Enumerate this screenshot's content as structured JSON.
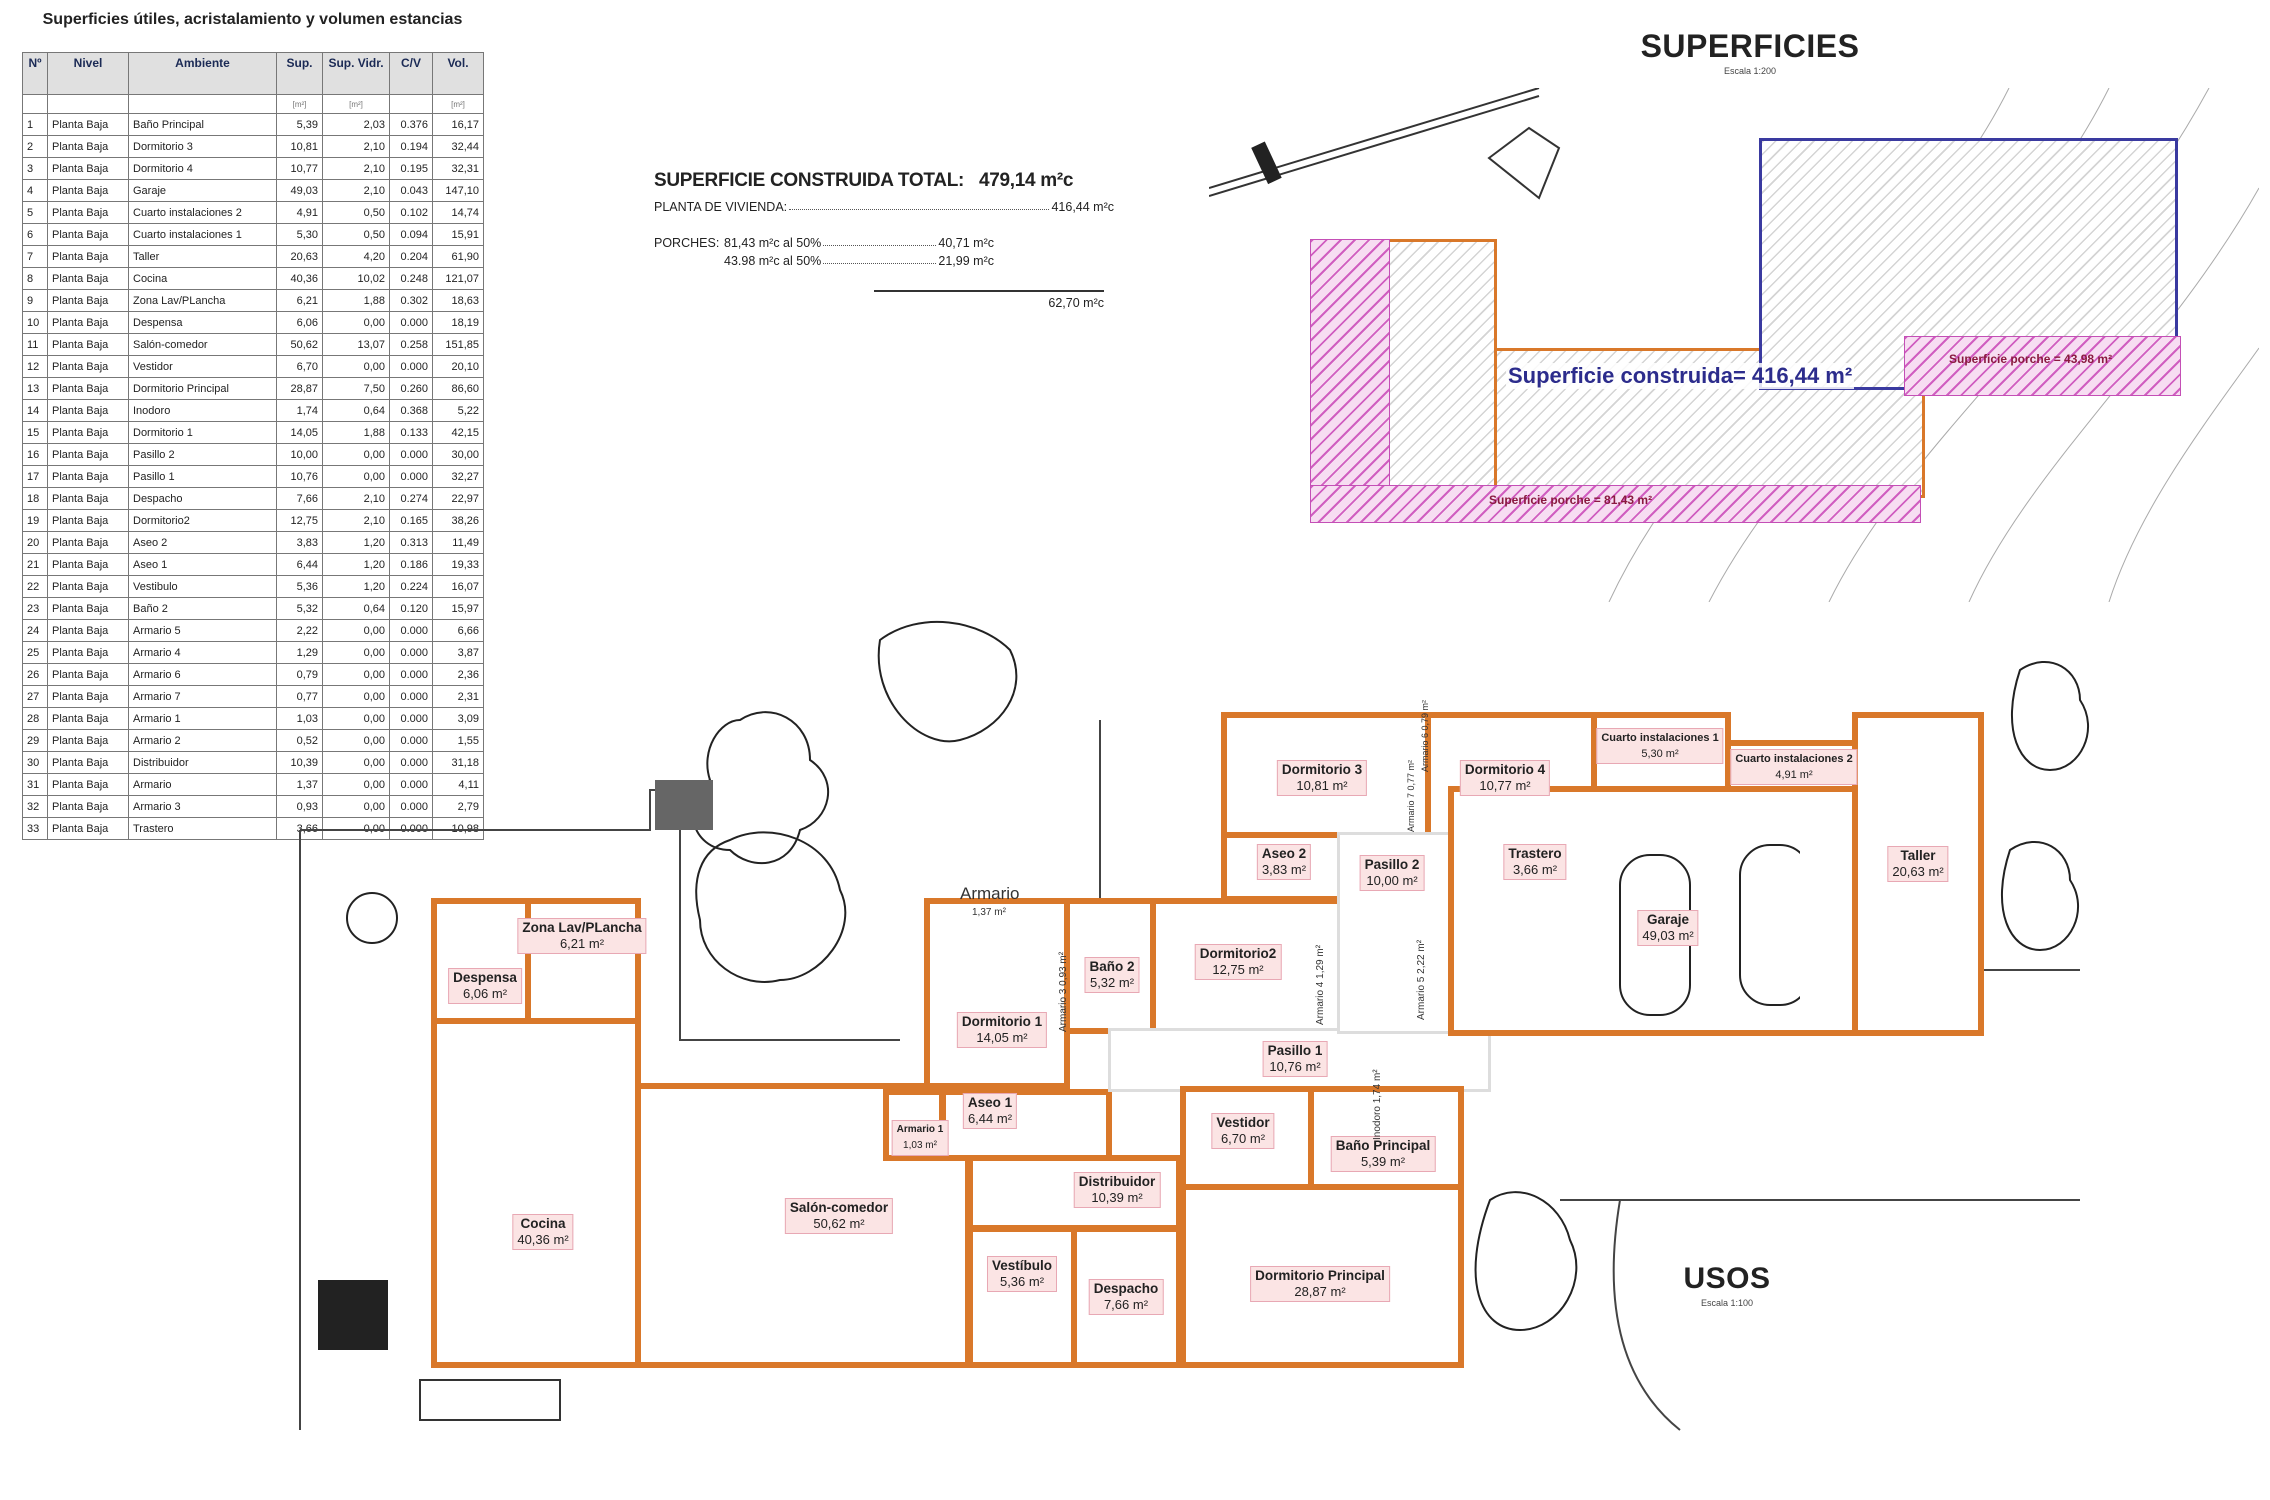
{
  "table": {
    "title": "Superficies útiles, acristalamiento y volumen estancias",
    "headers": [
      "Nº",
      "Nivel",
      "Ambiente",
      "Sup.",
      "Sup. Vidr.",
      "C/V",
      "Vol."
    ],
    "units": [
      "",
      "",
      "",
      "[m²]",
      "[m²]",
      "",
      "[m²]"
    ],
    "rows": [
      [
        "1",
        "Planta Baja",
        "Baño Principal",
        "5,39",
        "2,03",
        "0.376",
        "16,17"
      ],
      [
        "2",
        "Planta Baja",
        "Dormitorio 3",
        "10,81",
        "2,10",
        "0.194",
        "32,44"
      ],
      [
        "3",
        "Planta Baja",
        "Dormitorio 4",
        "10,77",
        "2,10",
        "0.195",
        "32,31"
      ],
      [
        "4",
        "Planta Baja",
        "Garaje",
        "49,03",
        "2,10",
        "0.043",
        "147,10"
      ],
      [
        "5",
        "Planta Baja",
        "Cuarto instalaciones 2",
        "4,91",
        "0,50",
        "0.102",
        "14,74"
      ],
      [
        "6",
        "Planta Baja",
        "Cuarto instalaciones 1",
        "5,30",
        "0,50",
        "0.094",
        "15,91"
      ],
      [
        "7",
        "Planta Baja",
        "Taller",
        "20,63",
        "4,20",
        "0.204",
        "61,90"
      ],
      [
        "8",
        "Planta Baja",
        "Cocina",
        "40,36",
        "10,02",
        "0.248",
        "121,07"
      ],
      [
        "9",
        "Planta Baja",
        "Zona Lav/PLancha",
        "6,21",
        "1,88",
        "0.302",
        "18,63"
      ],
      [
        "10",
        "Planta Baja",
        "Despensa",
        "6,06",
        "0,00",
        "0.000",
        "18,19"
      ],
      [
        "11",
        "Planta Baja",
        "Salón-comedor",
        "50,62",
        "13,07",
        "0.258",
        "151,85"
      ],
      [
        "12",
        "Planta Baja",
        "Vestidor",
        "6,70",
        "0,00",
        "0.000",
        "20,10"
      ],
      [
        "13",
        "Planta Baja",
        "Dormitorio Principal",
        "28,87",
        "7,50",
        "0.260",
        "86,60"
      ],
      [
        "14",
        "Planta Baja",
        "Inodoro",
        "1,74",
        "0,64",
        "0.368",
        "5,22"
      ],
      [
        "15",
        "Planta Baja",
        "Dormitorio 1",
        "14,05",
        "1,88",
        "0.133",
        "42,15"
      ],
      [
        "16",
        "Planta Baja",
        "Pasillo 2",
        "10,00",
        "0,00",
        "0.000",
        "30,00"
      ],
      [
        "17",
        "Planta Baja",
        "Pasillo 1",
        "10,76",
        "0,00",
        "0.000",
        "32,27"
      ],
      [
        "18",
        "Planta Baja",
        "Despacho",
        "7,66",
        "2,10",
        "0.274",
        "22,97"
      ],
      [
        "19",
        "Planta Baja",
        "Dormitorio2",
        "12,75",
        "2,10",
        "0.165",
        "38,26"
      ],
      [
        "20",
        "Planta Baja",
        "Aseo 2",
        "3,83",
        "1,20",
        "0.313",
        "11,49"
      ],
      [
        "21",
        "Planta Baja",
        "Aseo 1",
        "6,44",
        "1,20",
        "0.186",
        "19,33"
      ],
      [
        "22",
        "Planta Baja",
        "Vestibulo",
        "5,36",
        "1,20",
        "0.224",
        "16,07"
      ],
      [
        "23",
        "Planta Baja",
        "Baño 2",
        "5,32",
        "0,64",
        "0.120",
        "15,97"
      ],
      [
        "24",
        "Planta Baja",
        "Armario 5",
        "2,22",
        "0,00",
        "0.000",
        "6,66"
      ],
      [
        "25",
        "Planta Baja",
        "Armario 4",
        "1,29",
        "0,00",
        "0.000",
        "3,87"
      ],
      [
        "26",
        "Planta Baja",
        "Armario 6",
        "0,79",
        "0,00",
        "0.000",
        "2,36"
      ],
      [
        "27",
        "Planta Baja",
        "Armario 7",
        "0,77",
        "0,00",
        "0.000",
        "2,31"
      ],
      [
        "28",
        "Planta Baja",
        "Armario 1",
        "1,03",
        "0,00",
        "0.000",
        "3,09"
      ],
      [
        "29",
        "Planta Baja",
        "Armario 2",
        "0,52",
        "0,00",
        "0.000",
        "1,55"
      ],
      [
        "30",
        "Planta Baja",
        "Distribuidor",
        "10,39",
        "0,00",
        "0.000",
        "31,18"
      ],
      [
        "31",
        "Planta Baja",
        "Armario",
        "1,37",
        "0,00",
        "0.000",
        "4,11"
      ],
      [
        "32",
        "Planta Baja",
        "Armario 3",
        "0,93",
        "0,00",
        "0.000",
        "2,79"
      ],
      [
        "33",
        "Planta Baja",
        "Trastero",
        "3,66",
        "0,00",
        "0.000",
        "10,98"
      ]
    ]
  },
  "summary": {
    "title": "SUPERFICIE CONSTRUIDA TOTAL:",
    "total": "479,14 m²c",
    "vivienda_label": "PLANTA DE VIVIENDA:",
    "vivienda_value": "416,44 m²c",
    "porches_label": "PORCHES:",
    "porch1_base": "81,43 m²c al 50%",
    "porch1_value": "40,71 m²c",
    "porch2_base": "43.98 m²c al 50%",
    "porch2_value": "21,99 m²c",
    "porches_total": "62,70 m²c"
  },
  "superficies": {
    "title": "SUPERFICIES",
    "scale": "Escala 1:200",
    "built_label": "Superficie construida= 416,44 m²",
    "porch1_label": "Superficie porche = 81,43 m²",
    "porch2_label": "Superficie porche = 43,98 m²"
  },
  "usos": {
    "title": "USOS",
    "scale": "Escala 1:100",
    "armario_label": "Armario",
    "rooms": {
      "despensa": {
        "name": "Despensa",
        "area": "6,06 m²"
      },
      "zona_lav": {
        "name": "Zona Lav/PLancha",
        "area": "6,21 m²"
      },
      "cocina": {
        "name": "Cocina",
        "area": "40,36 m²"
      },
      "salon": {
        "name": "Salón-comedor",
        "area": "50,62 m²"
      },
      "aseo1": {
        "name": "Aseo 1",
        "area": "6,44 m²"
      },
      "armario1": {
        "name": "Armario 1",
        "area": "1,03 m²"
      },
      "distribuidor": {
        "name": "Distribuidor",
        "area": "10,39 m²"
      },
      "vestibulo": {
        "name": "Vestíbulo",
        "area": "5,36 m²"
      },
      "despacho": {
        "name": "Despacho",
        "area": "7,66 m²"
      },
      "dormitorio1": {
        "name": "Dormitorio 1",
        "area": "14,05 m²"
      },
      "armario": {
        "name": "Armario",
        "area": "1,37 m²"
      },
      "bano2": {
        "name": "Baño 2",
        "area": "5,32 m²"
      },
      "armario3": {
        "name": "Armario 3",
        "area": "0,93 m²"
      },
      "dormitorio2": {
        "name": "Dormitorio2",
        "area": "12,75 m²"
      },
      "armario4": {
        "name": "Armario 4",
        "area": "1,29 m²"
      },
      "pasillo1": {
        "name": "Pasillo 1",
        "area": "10,76 m²"
      },
      "vestidor": {
        "name": "Vestidor",
        "area": "6,70 m²"
      },
      "bano_principal": {
        "name": "Baño Principal",
        "area": "5,39 m²"
      },
      "inodoro": {
        "name": "Inodoro",
        "area": "1,74 m²"
      },
      "dormitorio_principal": {
        "name": "Dormitorio Principal",
        "area": "28,87 m²"
      },
      "dormitorio3": {
        "name": "Dormitorio 3",
        "area": "10,81 m²"
      },
      "dormitorio4": {
        "name": "Dormitorio 4",
        "area": "10,77 m²"
      },
      "armario6": {
        "name": "Armario 6",
        "area": "0,79 m²"
      },
      "armario7": {
        "name": "Armario 7",
        "area": "0,77 m²"
      },
      "aseo2": {
        "name": "Aseo 2",
        "area": "3,83 m²"
      },
      "pasillo2": {
        "name": "Pasillo 2",
        "area": "10,00 m²"
      },
      "armario5": {
        "name": "Armario 5",
        "area": "2,22 m²"
      },
      "trastero": {
        "name": "Trastero",
        "area": "3,66 m²"
      },
      "cuarto1": {
        "name": "Cuarto instalaciones 1",
        "area": "5,30 m²"
      },
      "cuarto2": {
        "name": "Cuarto instalaciones 2",
        "area": "4,91 m²"
      },
      "garaje": {
        "name": "Garaje",
        "area": "49,03 m²"
      },
      "taller": {
        "name": "Taller",
        "area": "20,63 m²"
      }
    }
  }
}
